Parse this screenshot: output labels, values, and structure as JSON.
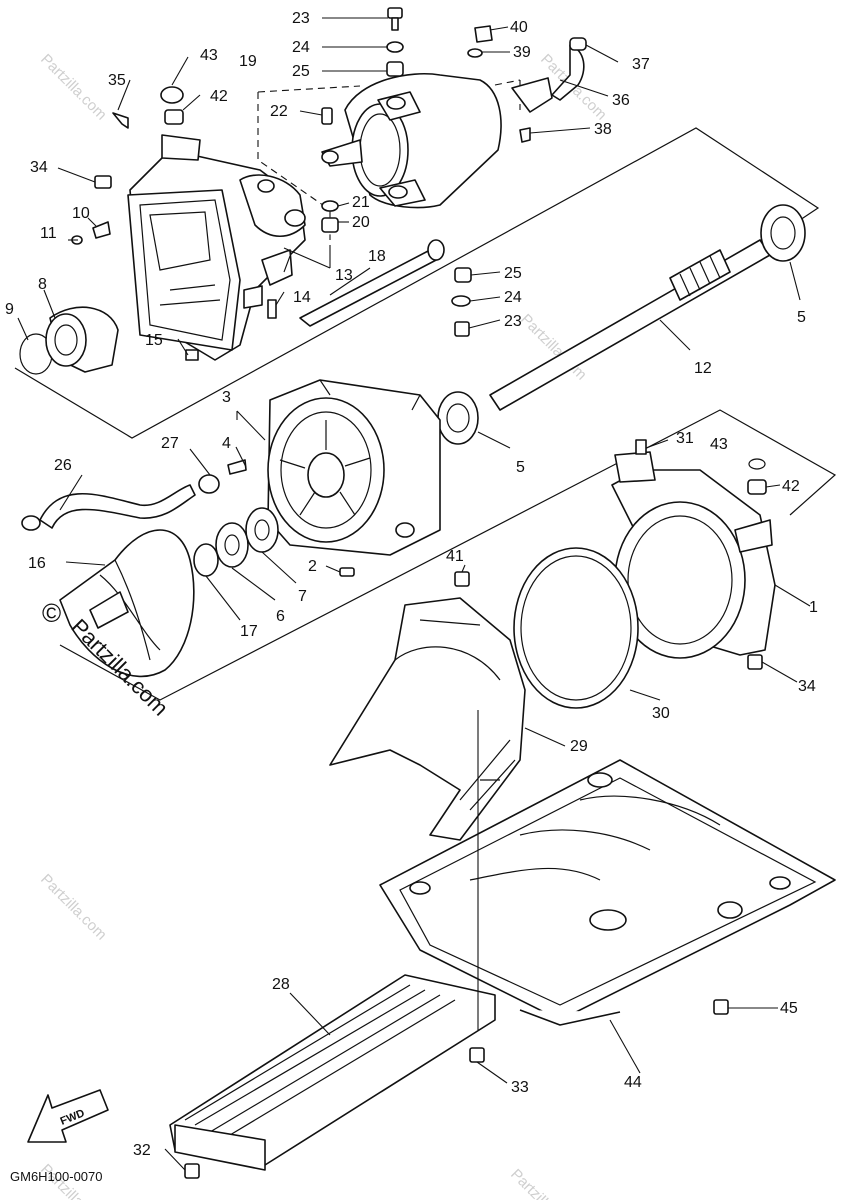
{
  "diagram_code": "GM6H100-0070",
  "fwd_label": "FWD",
  "watermark": {
    "symbol": "©",
    "text": "Partzilla.com"
  },
  "callouts": {
    "c1": "1",
    "c2": "2",
    "c3": "3",
    "c4": "4",
    "c5a": "5",
    "c5b": "5",
    "c6": "6",
    "c7": "7",
    "c8": "8",
    "c9": "9",
    "c10": "10",
    "c11": "11",
    "c12": "12",
    "c13": "13",
    "c14": "14",
    "c15": "15",
    "c16": "16",
    "c17": "17",
    "c18": "18",
    "c19": "19",
    "c20": "20",
    "c21": "21",
    "c22": "22",
    "c23a": "23",
    "c23b": "23",
    "c24a": "24",
    "c24b": "24",
    "c25a": "25",
    "c25b": "25",
    "c26": "26",
    "c27": "27",
    "c28": "28",
    "c29": "29",
    "c30": "30",
    "c31": "31",
    "c32": "32",
    "c33": "33",
    "c34a": "34",
    "c34b": "34",
    "c35": "35",
    "c36": "36",
    "c37": "37",
    "c38": "38",
    "c39": "39",
    "c40": "40",
    "c41": "41",
    "c42a": "42",
    "c42b": "42",
    "c43a": "43",
    "c43b": "43",
    "c44": "44",
    "c45": "45"
  }
}
